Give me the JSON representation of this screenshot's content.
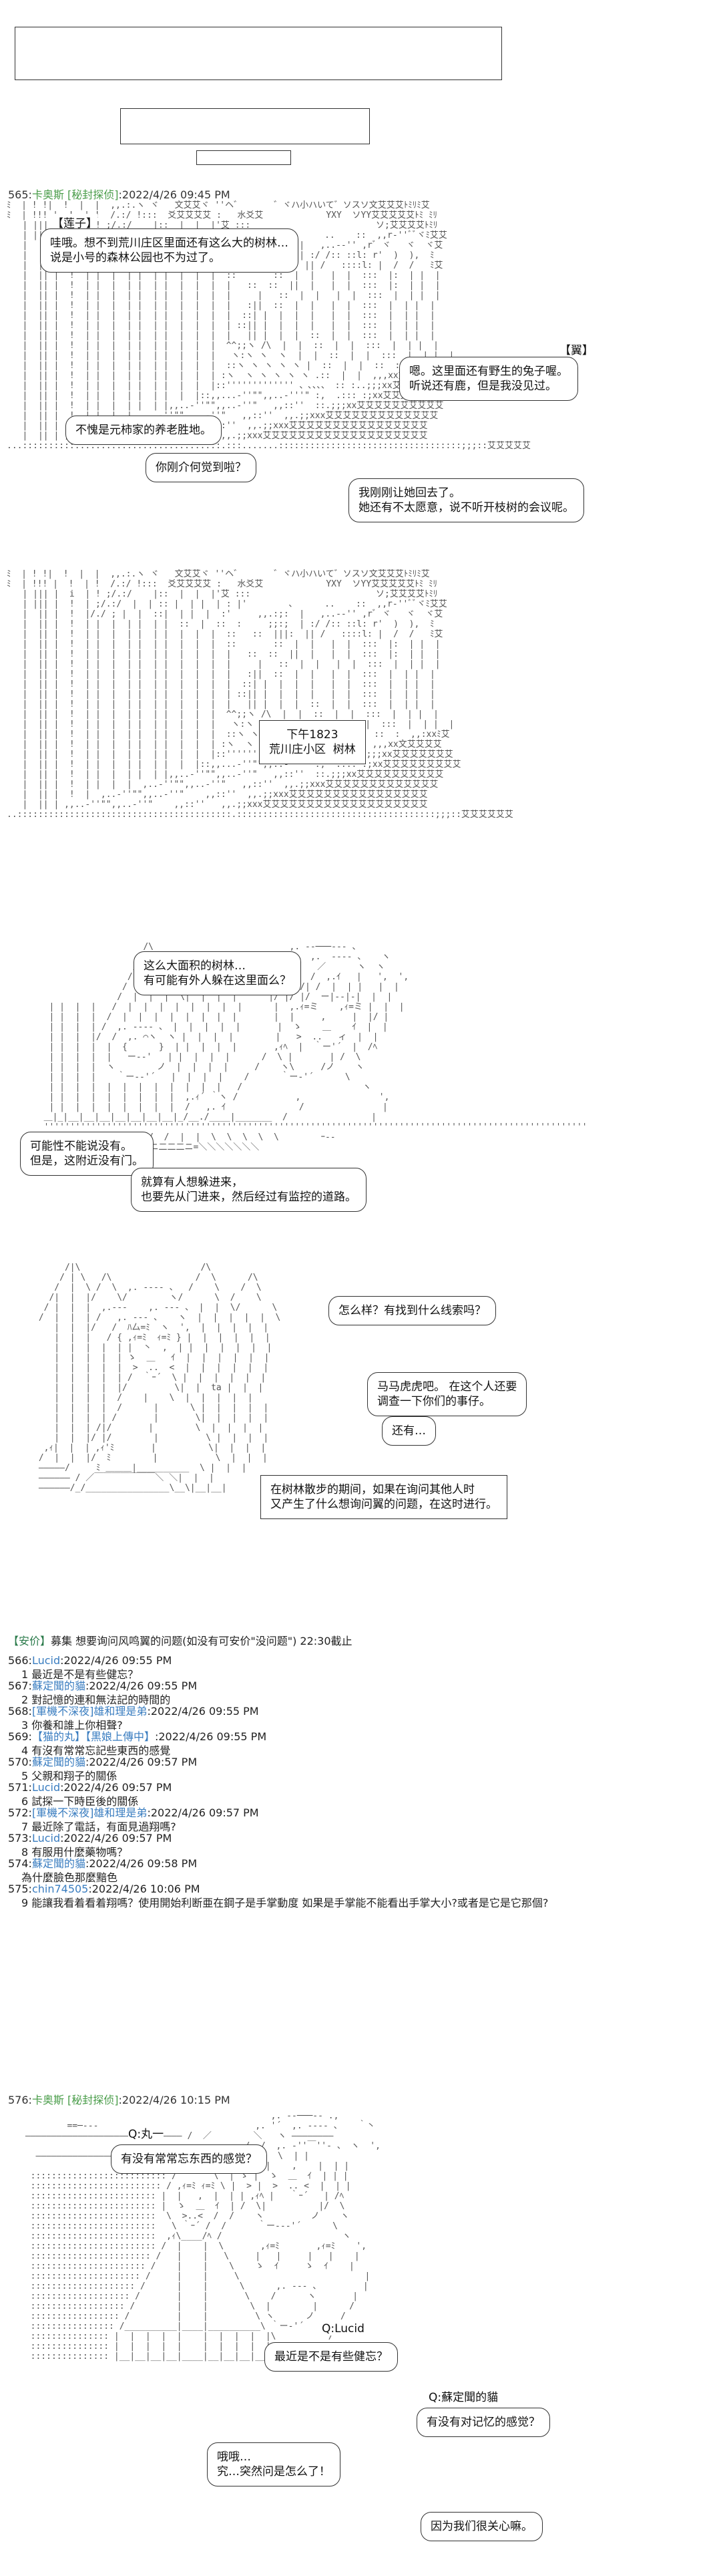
{
  "top_blank_boxes": 3,
  "posts": [
    {
      "num": "565:",
      "name": "卡奥斯 [秘封探侦]",
      "datetime": ":2022/4/26 09:45 PM"
    },
    {
      "num": "576:",
      "name": "卡奥斯 [秘封探侦]",
      "datetime": ":2022/4/26 10:15 PM"
    }
  ],
  "panel1": {
    "speaker_lianzi": "【莲子】",
    "bubble_lianzi": "哇哦。想不到荒川庄区里面还有这么大的树林…\n说是小号的森林公园也不为过了。",
    "speaker_yi": "【翼】",
    "bubble_yi_1": "嗯。这里面还有野生的兔子喔。\n听说还有鹿，但是我没见过。",
    "bubble_lianzi_2": "不愧是元柿家的养老胜地。",
    "bubble_lianzi_3": "你刚介何觉到啦？",
    "bubble_yi_2": "我刚刚让她回去了。\n她还有不太愿意，说不听开枝树的会议呢。"
  },
  "panel2": {
    "caption": "下午1823\n荒川庄小区  树林"
  },
  "panel3": {
    "bubble_1": "这么大面积的树林…\n有可能有外人躲在这里面么？",
    "bubble_2": "可能性不能说没有。\n但是，这附近没有门。",
    "bubble_3": "就算有人想躲进来，\n也要先从门进来，然后经过有监控的道路。"
  },
  "panel4": {
    "bubble_1": "怎么样？有找到什么线索吗？",
    "bubble_2": "马马虎虎吧。 在这个人还要\n调查一下你们的事仔。",
    "bubble_3": "还有…",
    "caption": "在树林散步的期间，如果在询问其他人时\n又产生了什么想询问翼的问题，在这时进行。"
  },
  "notice": {
    "tag": "【安价】",
    "text": "募集 想要询问风鸣翼的问题(如没有可安价\"没问题\") 22:30截止"
  },
  "replies": [
    {
      "num": "566:",
      "name": "Lucid",
      "nameColor": "blue",
      "date": ":2022/4/26 09:55 PM",
      "body": "1 最近是不是有些健忘？"
    },
    {
      "num": "567:",
      "name": "蘇定聞的貓",
      "nameColor": "blue",
      "date": ":2022/4/26 09:55 PM",
      "body": "2 對記憶的連和無法記的時間的"
    },
    {
      "num": "568:",
      "name": "[軍機不深夜]雄和理是弟",
      "nameColor": "blue",
      "date": ":2022/4/26 09:55 PM",
      "body": "3 你養和誰上你相聲?"
    },
    {
      "num": "569:",
      "name": "【猫的丸】【黒娘上傳中】",
      "nameColor": "blue",
      "date": ":2022/4/26 09:55 PM",
      "body": "4 有沒有常常忘記些東西的感覺"
    },
    {
      "num": "570:",
      "name": "蘇定聞的貓",
      "nameColor": "blue",
      "date": ":2022/4/26 09:57 PM",
      "body": "5 父親和翔子的關係"
    },
    {
      "num": "571:",
      "name": "Lucid",
      "nameColor": "blue",
      "date": ":2022/4/26 09:57 PM",
      "body": "6 試探一下時臣後的關係"
    },
    {
      "num": "572:",
      "name": "[軍機不深夜]雄和理是弟",
      "nameColor": "blue",
      "date": ":2022/4/26 09:57 PM",
      "body": "7 最近除了電話，有面見過翔嗎?"
    },
    {
      "num": "573:",
      "name": "Lucid",
      "nameColor": "blue",
      "date": ":2022/4/26 09:57 PM",
      "body": "8 有服用什麼藥物嗎？"
    },
    {
      "num": "574:",
      "name": "蘇定聞的貓",
      "nameColor": "blue",
      "date": ":2022/4/26 09:58 PM",
      "body": "為什麼臉色那麼黯色"
    },
    {
      "num": "575:",
      "name": "chin74505",
      "nameColor": "blue",
      "date": ":2022/4/26 10:06 PM",
      "body": "9 能讓我看着看着翔嗎？使用開始利断亜在鋼子是手掌動度 如果是手掌能不能看出手掌大小?或者是它是它那個?"
    }
  ],
  "panel5": {
    "label_q": "Q:丸一",
    "bubble_1": "有没有常常忘东西的感觉？",
    "label_q2": "Q:Lucid",
    "bubble_2": "最近是不是有些健忘？",
    "label_q3": "Q:蘇定聞的貓",
    "bubble_3": "有没有对记忆的感觉？",
    "bubble_4": "哦哦…\n究…突然问是怎么了！",
    "bubble_5": "因为我们很关心嘛。"
  }
}
